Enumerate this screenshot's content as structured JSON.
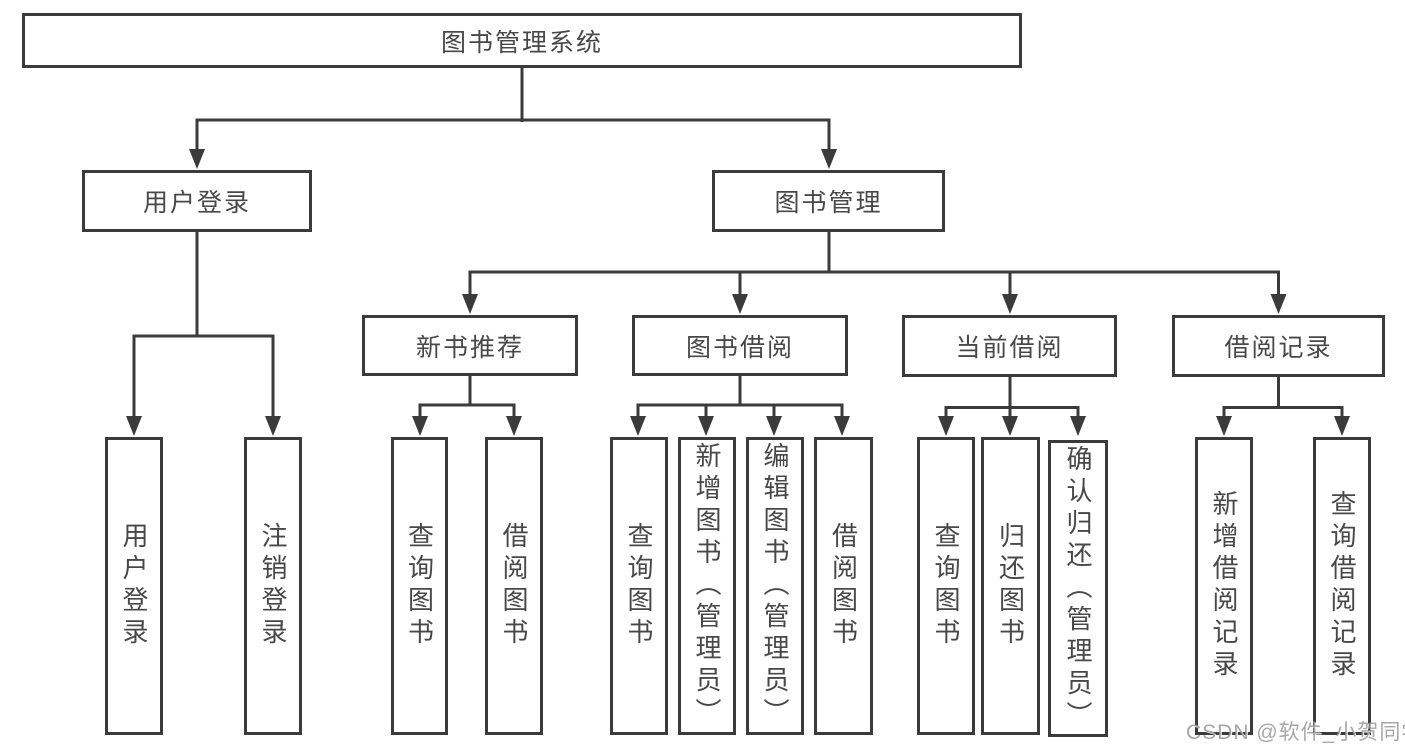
{
  "diagram": {
    "root": "图书管理系统",
    "branches": [
      {
        "label": "用户登录",
        "children": [
          "用户登录",
          "注销登录"
        ]
      },
      {
        "label": "图书管理",
        "children": [
          {
            "label": "新书推荐",
            "children": [
              "查询图书",
              "借阅图书"
            ]
          },
          {
            "label": "图书借阅",
            "children": [
              "查询图书",
              "新增图书（管理员）",
              "编辑图书（管理员）",
              "借阅图书"
            ]
          },
          {
            "label": "当前借阅",
            "children": [
              "查询图书",
              "归还图书",
              "确认归还（管理员）"
            ]
          },
          {
            "label": "借阅记录",
            "children": [
              "新增借阅记录",
              "查询借阅记录"
            ]
          }
        ]
      }
    ]
  },
  "watermark": "CSDN @软件_小贺同学",
  "colors": {
    "line": "#3b3b3b",
    "box_border": "#3b3b3b",
    "box_fill": "#ffffff",
    "text": "#484848",
    "watermark": "#949494",
    "background": "#ffffff"
  }
}
